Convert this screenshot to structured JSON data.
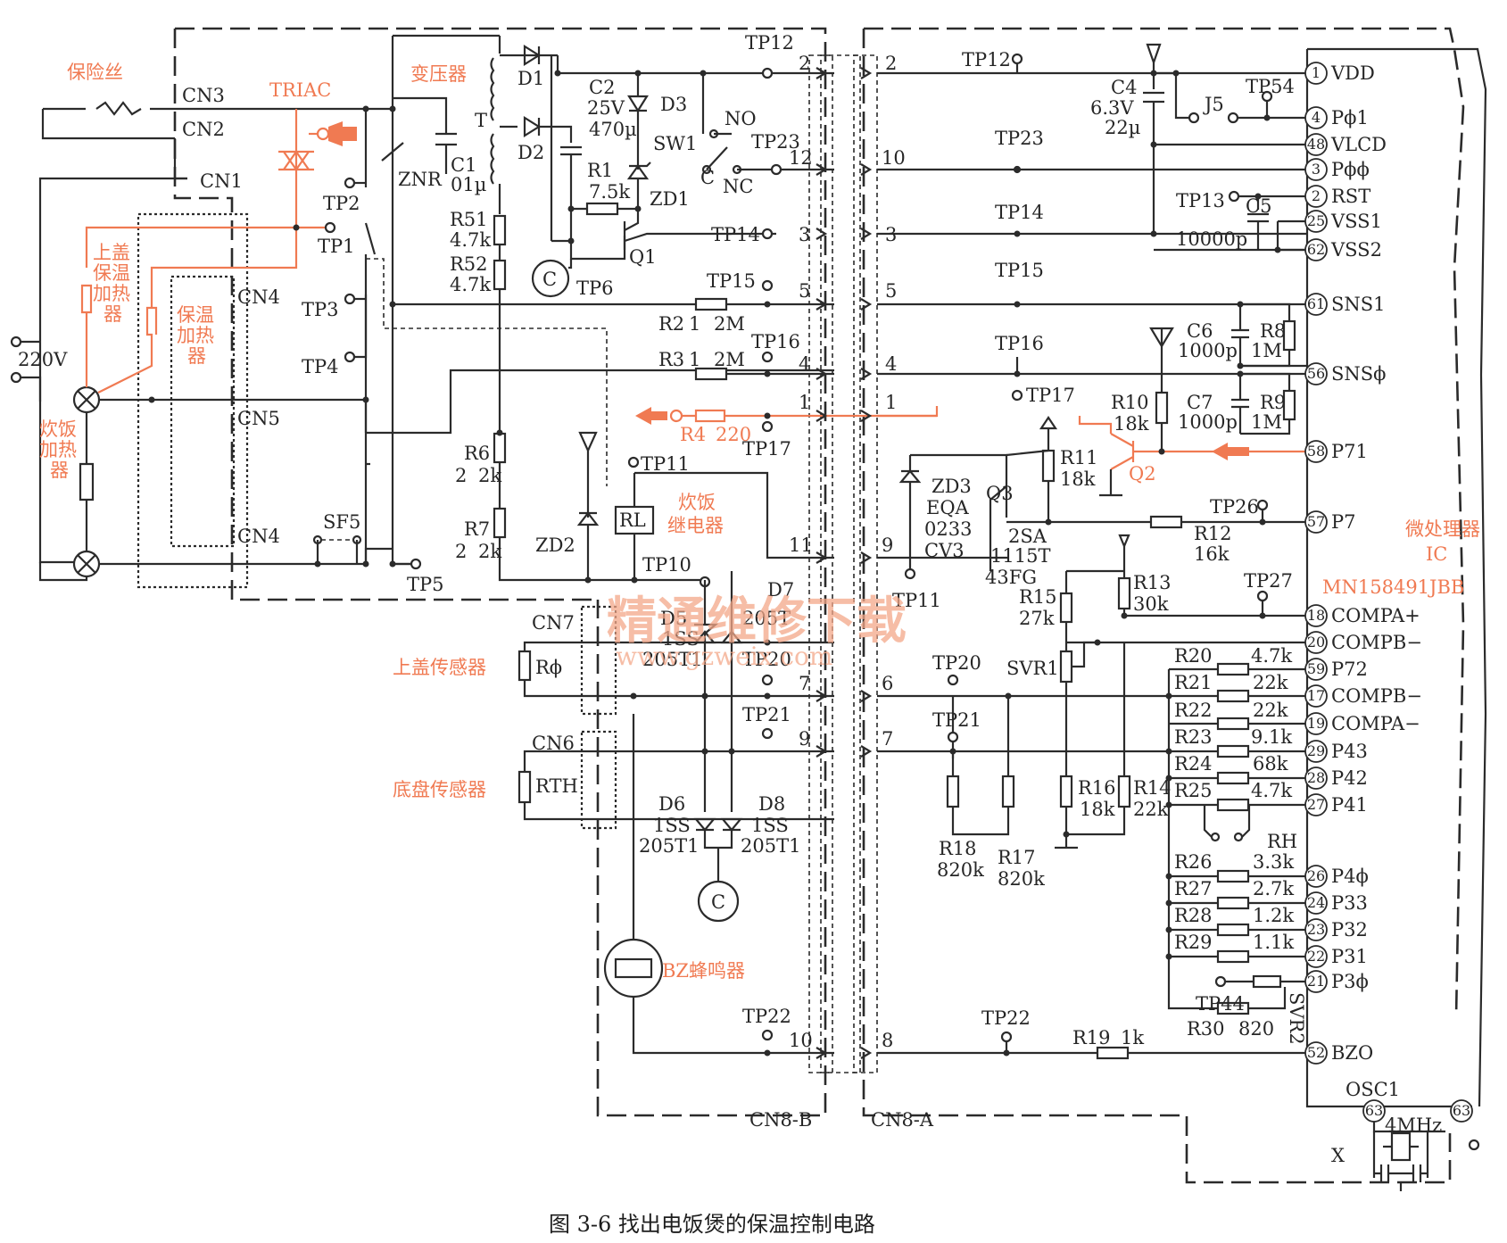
{
  "caption": "图 3-6    找出电饭煲的保温控制电路",
  "watermark": {
    "main": "精通维修下载",
    "url": "www.gzweix.com"
  },
  "colors": {
    "line": "#2b2b2b",
    "highlight": "#f07a52",
    "background": "#ffffff"
  },
  "left_labels": {
    "fuse": "保险丝",
    "triac": "TRIAC",
    "transformer": "变压器",
    "mains": "220V",
    "lid_heater": [
      "上盖",
      "保温",
      "加热",
      "器"
    ],
    "warm_heater": [
      "保温",
      "加热",
      "器"
    ],
    "cook_heater": [
      "炊饭",
      "加热",
      "器"
    ],
    "relay": [
      "炊饭",
      "继电器"
    ],
    "lid_sensor": "上盖传感器",
    "bottom_sensor": "底盘传感器",
    "buzzer": "BZ蜂鸣器",
    "micro": [
      "微处理器",
      "IC",
      "MN158491JBB"
    ]
  },
  "connectors": {
    "cn3": "CN3",
    "cn2": "CN2",
    "cn1": "CN1",
    "cn4a": "CN4",
    "cn4b": "CN4",
    "cn5": "CN5",
    "cn7": "CN7",
    "cn6": "CN6",
    "cn8b": "CN8-B",
    "cn8a": "CN8-A"
  },
  "cn8b_pins": [
    "2",
    "12",
    "3",
    "5",
    "4",
    "1",
    "11",
    "7",
    "9",
    "10"
  ],
  "cn8a_pins": [
    "2",
    "10",
    "3",
    "5",
    "4",
    "1",
    "9",
    "6",
    "7",
    "8"
  ],
  "components": {
    "d1": "D1",
    "d2": "D2",
    "d3": "D3",
    "t": "T",
    "c2": [
      "C2",
      "25V",
      "470µ"
    ],
    "c1": [
      "C1",
      "01µ"
    ],
    "znr": "ZNR",
    "sw1": "SW1",
    "no": "NO",
    "nc": "NC",
    "c": "C",
    "r1": [
      "R1",
      "7.5k"
    ],
    "zd1": "ZD1",
    "q1": "Q1",
    "r51": [
      "R51",
      "4.7k"
    ],
    "r52": [
      "R52",
      "4.7k"
    ],
    "r2": [
      "R2",
      "1",
      "2M"
    ],
    "r3": [
      "R3",
      "1",
      "2M"
    ],
    "r4": [
      "R4",
      "220"
    ],
    "r6": [
      "R6",
      "2",
      "2k"
    ],
    "r7": [
      "R7",
      "2",
      "2k"
    ],
    "zd2": "ZD2",
    "rl": "RL",
    "sf5": "SF5",
    "d5": [
      "D5",
      "1SS",
      "205T1"
    ],
    "d7": [
      "D7",
      "205T"
    ],
    "d6": [
      "D6",
      "1SS",
      "205T1"
    ],
    "d8": [
      "D8",
      "1SS",
      "205T1"
    ],
    "rphi": "Rϕ",
    "rth": "RTH",
    "bz": "BZ",
    "c4": [
      "C4",
      "6.3V",
      "22µ"
    ],
    "j5": "J5",
    "c5": [
      "C5",
      "10000p"
    ],
    "c6": [
      "C6",
      "1000p"
    ],
    "r8": [
      "R8",
      "1M"
    ],
    "c7": [
      "C7",
      "1000p"
    ],
    "r9": [
      "R9",
      "1M"
    ],
    "r10": [
      "R10",
      "18k"
    ],
    "q2": "Q2",
    "r11": [
      "R11",
      "18k"
    ],
    "zd3": [
      "ZD3",
      "EQA",
      "0233",
      "CV3"
    ],
    "q3": [
      "Q3",
      "2SA",
      "1115T",
      "43FG"
    ],
    "r12": [
      "R12",
      "16k"
    ],
    "r13": [
      "R13",
      "30k"
    ],
    "r15": [
      "R15",
      "27k"
    ],
    "svr1": "SVR1",
    "r16": [
      "R16",
      "18k"
    ],
    "r14": [
      "R14",
      "22k"
    ],
    "r18": [
      "R18",
      "820k"
    ],
    "r17": [
      "R17",
      "820k"
    ],
    "r19": [
      "R19",
      "1k"
    ],
    "r20": [
      "R20",
      "4.7k"
    ],
    "r21": [
      "R21",
      "22k"
    ],
    "r22": [
      "R22",
      "22k"
    ],
    "r23": [
      "R23",
      "9.1k"
    ],
    "r24": [
      "R24",
      "68k"
    ],
    "r25": [
      "R25",
      "4.7k"
    ],
    "rh": "RH",
    "r26": [
      "R26",
      "3.3k"
    ],
    "r27": [
      "R27",
      "2.7k"
    ],
    "r28": [
      "R28",
      "1.2k"
    ],
    "r29": [
      "R29",
      "1.1k"
    ],
    "r30": [
      "R30",
      "820"
    ],
    "svr2": "SVR2",
    "osc": [
      "OSC1",
      "4MHz"
    ],
    "x": "X"
  },
  "test_points": {
    "tp1": "TP1",
    "tp2": "TP2",
    "tp3": "TP3",
    "tp4": "TP4",
    "tp5": "TP5",
    "tp6": "TP6",
    "tp10": "TP10",
    "tp11a": "TP11",
    "tp11b": "TP11",
    "tp12a": "TP12",
    "tp12b": "TP12",
    "tp13": "TP13",
    "tp14a": "TP14",
    "tp14b": "TP14",
    "tp15a": "TP15",
    "tp15b": "TP15",
    "tp16a": "TP16",
    "tp16b": "TP16",
    "tp17a": "TP17",
    "tp17b": "TP17",
    "tp20a": "TP20",
    "tp20b": "TP20",
    "tp21a": "TP21",
    "tp21b": "TP21",
    "tp22a": "TP22",
    "tp22b": "TP22",
    "tp23a": "TP23",
    "tp23b": "TP23",
    "tp26": "TP26",
    "tp27": "TP27",
    "tp44": "TP44",
    "tp54": "TP54"
  },
  "ic_pins": [
    {
      "num": "1",
      "name": "VDD"
    },
    {
      "num": "4",
      "name": "Pϕ1"
    },
    {
      "num": "48",
      "name": "VLCD"
    },
    {
      "num": "3",
      "name": "Pϕϕ"
    },
    {
      "num": "2",
      "name": "RST"
    },
    {
      "num": "25",
      "name": "VSS1"
    },
    {
      "num": "62",
      "name": "VSS2"
    },
    {
      "num": "61",
      "name": "SNS1"
    },
    {
      "num": "56",
      "name": "SNSϕ"
    },
    {
      "num": "58",
      "name": "P71"
    },
    {
      "num": "57",
      "name": "P7"
    },
    {
      "num": "18",
      "name": "COMPA+"
    },
    {
      "num": "20",
      "name": "COMPB−"
    },
    {
      "num": "59",
      "name": "P72"
    },
    {
      "num": "17",
      "name": "COMPB−"
    },
    {
      "num": "19",
      "name": "COMPA−"
    },
    {
      "num": "29",
      "name": "P43"
    },
    {
      "num": "28",
      "name": "P42"
    },
    {
      "num": "27",
      "name": "P41"
    },
    {
      "num": "26",
      "name": "P4ϕ"
    },
    {
      "num": "24",
      "name": "P33"
    },
    {
      "num": "23",
      "name": "P32"
    },
    {
      "num": "22",
      "name": "P31"
    },
    {
      "num": "21",
      "name": "P3ϕ"
    },
    {
      "num": "52",
      "name": "BZO"
    },
    {
      "num": "63",
      "name": ""
    },
    {
      "num": "63",
      "name": ""
    }
  ]
}
